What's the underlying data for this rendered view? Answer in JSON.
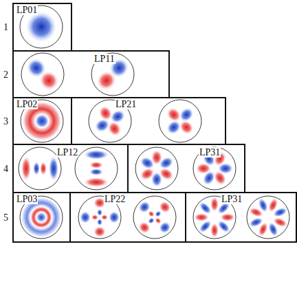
{
  "diagram": {
    "nodes": [
      {
        "text": [
          "LP01"
        ]
      },
      {
        "text": [
          "LP11"
        ]
      },
      {
        "text": [
          "LP02"
        ]
      },
      {
        "text": [
          "LP21"
        ]
      },
      {
        "text": [
          "LP12"
        ]
      },
      {
        "text": [
          "LP31"
        ]
      },
      {
        "text": [
          "LP03"
        ]
      },
      {
        "text": [
          "LP22"
        ]
      },
      {
        "text": [
          "LP31"
        ]
      }
    ],
    "labels": [
      "1",
      "2",
      "3",
      "4",
      "5"
    ]
  }
}
